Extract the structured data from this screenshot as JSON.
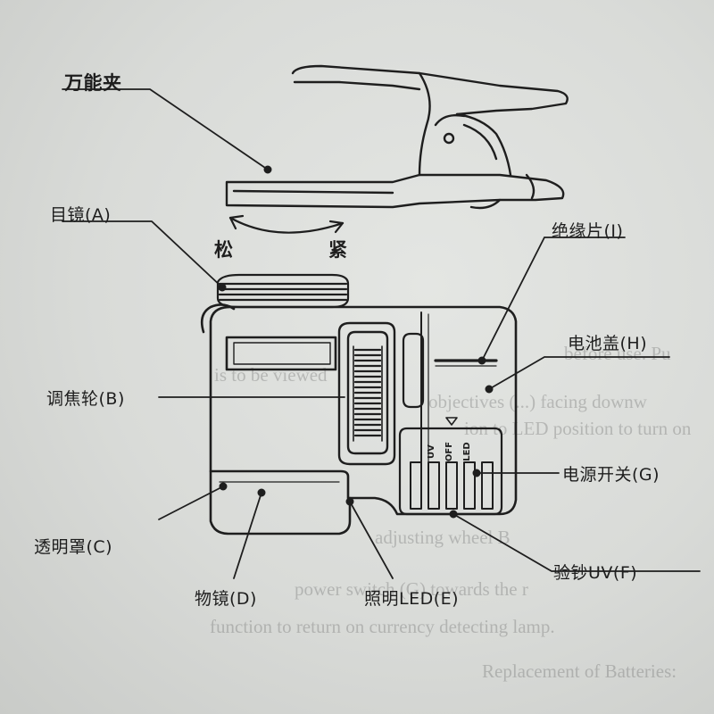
{
  "labels": {
    "universal_clip": "万能夹",
    "eyepiece": "目镜(A)",
    "loosen": "松",
    "tighten": "紧",
    "insulation_sheet": "绝缘片(I)",
    "battery_cover": "电池盖(H)",
    "focus_wheel": "调焦轮(B)",
    "power_switch": "电源开关(G)",
    "transparent_cover": "透明罩(C)",
    "uv_check": "验钞UV(F)",
    "objective": "物镜(D)",
    "led": "照明LED(E)",
    "switch_marks": [
      "UV",
      "OFF",
      "LED"
    ]
  },
  "bleed_through_text": [
    "before use. Pu",
    "is to be viewed",
    "objectives (...) facing downw",
    "ion to LED position to turn on",
    "adjusting wheel B",
    "power switch (G) towards the r",
    "function to return on currency detecting lamp.",
    "Replacement of Batteries:"
  ],
  "colors": {
    "ink": "#1e1e1e",
    "paper": "#dcdedb"
  }
}
